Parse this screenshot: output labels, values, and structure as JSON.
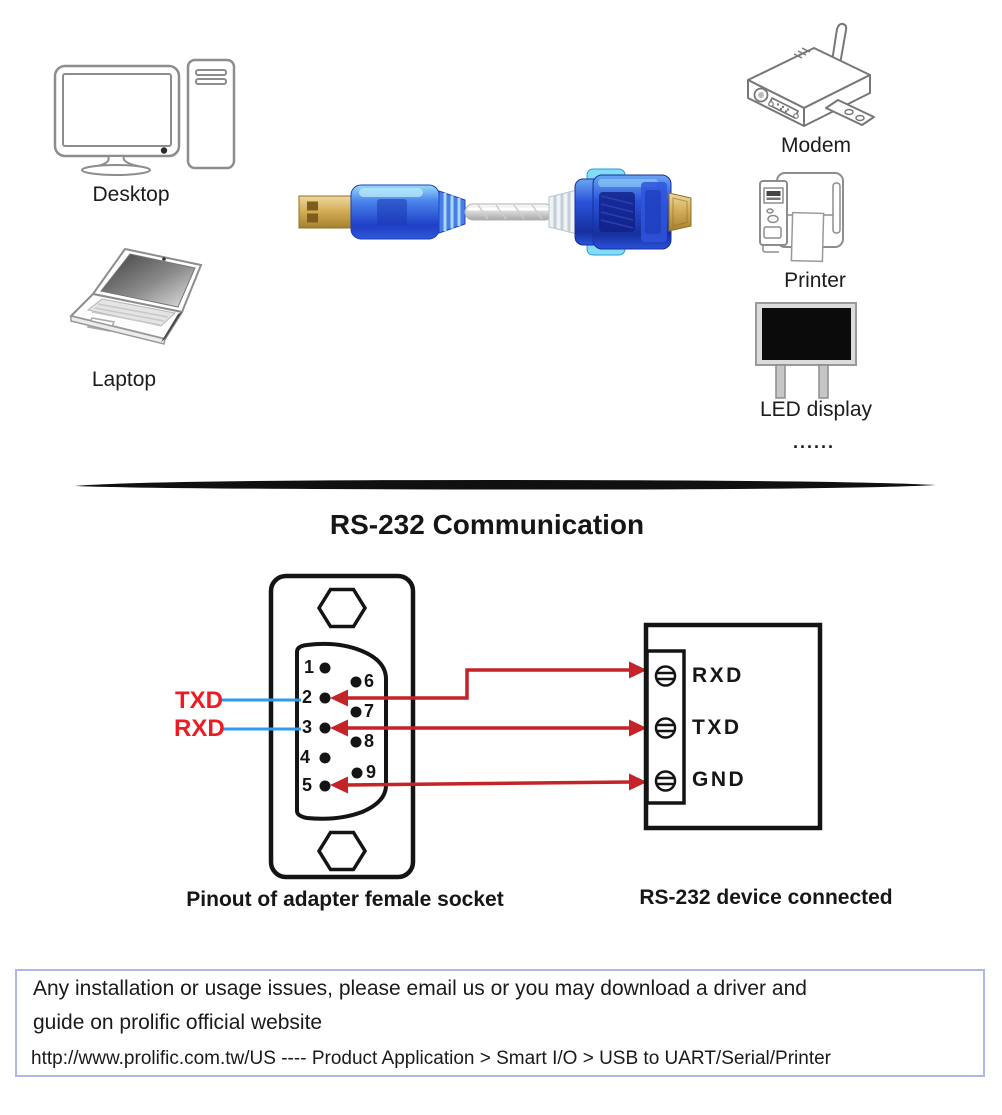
{
  "top_section": {
    "left_devices": [
      {
        "label": "Desktop"
      },
      {
        "label": "Laptop"
      }
    ],
    "right_devices": [
      {
        "label": "Modem"
      },
      {
        "label": "Printer"
      },
      {
        "label": "LED display"
      }
    ],
    "more_dots": "......"
  },
  "diagram": {
    "title": "RS-232 Communication",
    "socket": {
      "caption": "Pinout of adapter female socket",
      "left_pins": [
        "1",
        "2",
        "3",
        "4",
        "5"
      ],
      "right_pins": [
        "6",
        "7",
        "8",
        "9"
      ],
      "signals": [
        {
          "label": "TXD"
        },
        {
          "label": "RXD"
        }
      ]
    },
    "device": {
      "caption": "RS-232 device connected",
      "terminals": [
        "RXD",
        "TXD",
        "GND"
      ]
    },
    "colors": {
      "wire_red": "#c42328",
      "signal_label_red": "#ed1c24",
      "signal_wire_blue": "#2e9bf0",
      "line_black": "#141414",
      "footer_border": "#b1b7e6"
    }
  },
  "footer": {
    "line1": "Any installation or usage issues, please email us or you may download a driver and",
    "line2": "guide on prolific official website",
    "line3": "http://www.prolific.com.tw/US   ---- Product Application > Smart I/O > USB to UART/Serial/Printer"
  }
}
